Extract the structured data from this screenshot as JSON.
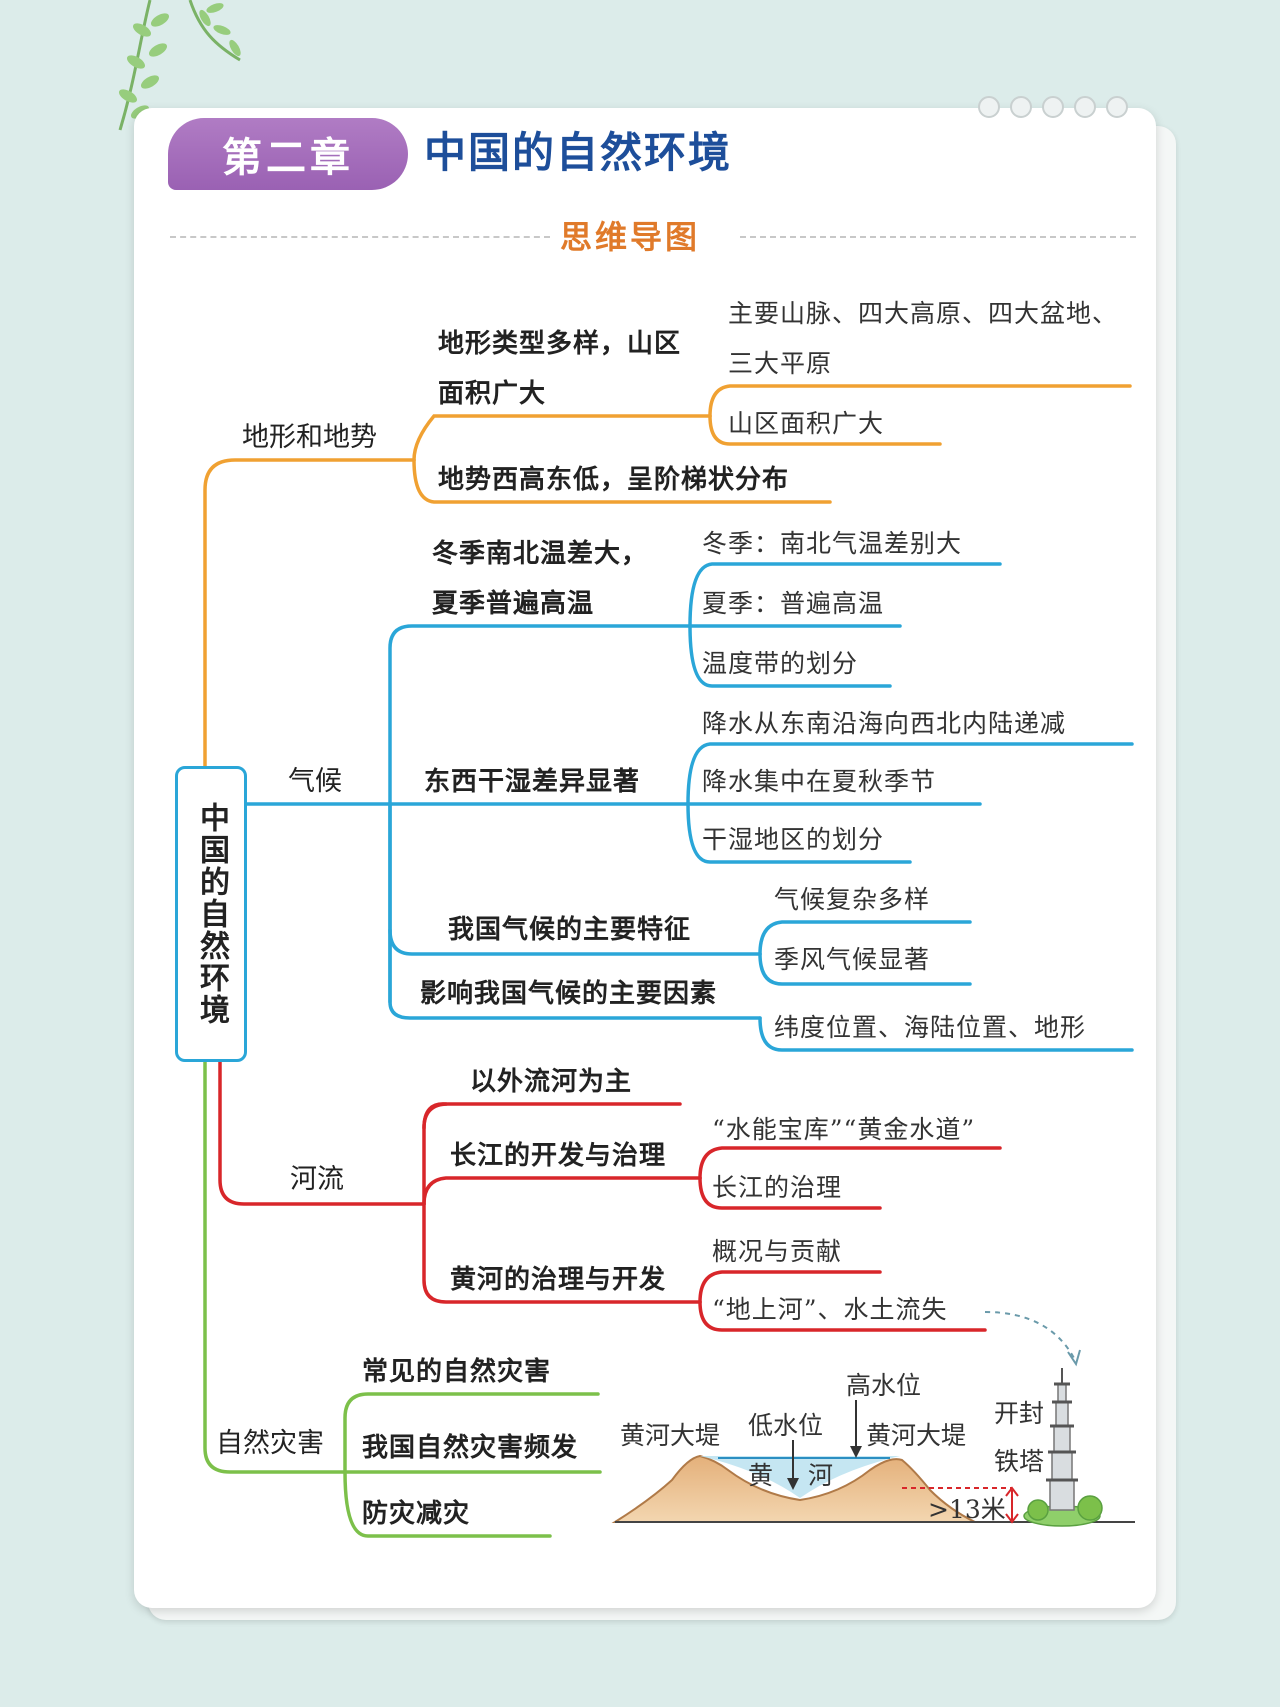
{
  "header": {
    "chapter": "第二章",
    "title": "中国的自然环境",
    "subtitle": "思维导图"
  },
  "colors": {
    "terrain": "#f0a132",
    "climate": "#2aa6d8",
    "rivers": "#d8262a",
    "disasters": "#7cc04a",
    "chapter_tab": "#a56dbb",
    "title": "#1d4e9a",
    "subtitle": "#e07a2a"
  },
  "mindmap": {
    "root": "中国的自然环境",
    "terrain": {
      "label": "地形和地势",
      "diverse": {
        "line1": "地形类型多样，山区",
        "line2": "面积广大",
        "items": [
          "主要山脉、四大高原、四大盆地、",
          "三大平原",
          "山区面积广大"
        ]
      },
      "slope": "地势西高东低，呈阶梯状分布"
    },
    "climate": {
      "label": "气候",
      "temperature": {
        "line1": "冬季南北温差大，",
        "line2": "夏季普遍高温",
        "items": [
          "冬季：南北气温差别大",
          "夏季：普遍高温",
          "温度带的划分"
        ]
      },
      "humidity": {
        "label": "东西干湿差异显著",
        "items": [
          "降水从东南沿海向西北内陆递减",
          "降水集中在夏秋季节",
          "干湿地区的划分"
        ]
      },
      "features": {
        "label": "我国气候的主要特征",
        "items": [
          "气候复杂多样",
          "季风气候显著"
        ]
      },
      "factors": {
        "label": "影响我国气候的主要因素",
        "items": [
          "纬度位置、海陆位置、地形"
        ]
      }
    },
    "rivers": {
      "label": "河流",
      "main": "以外流河为主",
      "yangtze": {
        "label": "长江的开发与治理",
        "items": [
          "“水能宝库”“黄金水道”",
          "长江的治理"
        ]
      },
      "yellow": {
        "label": "黄河的治理与开发",
        "items": [
          "概况与贡献",
          "“地上河”、水土流失"
        ]
      }
    },
    "disasters": {
      "label": "自然灾害",
      "items": [
        "常见的自然灾害",
        "我国自然灾害频发",
        "防灾减灾"
      ]
    }
  },
  "figure": {
    "left_dyke": "黄河大堤",
    "low_water": "低水位",
    "high_water": "高水位",
    "right_dyke": "黄河大堤",
    "river_char1": "黄",
    "river_char2": "河",
    "height": ">13米",
    "tower_line1": "开封",
    "tower_line2": "铁塔"
  }
}
